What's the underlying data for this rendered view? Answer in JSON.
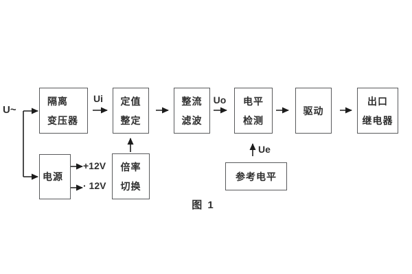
{
  "figure": {
    "caption": "图 1",
    "input_label": "U~",
    "colors": {
      "background": "#ffffff",
      "box_border": "#58595b",
      "wire": "#1c1c1c",
      "text": "#2f2f2f"
    },
    "blocks": [
      {
        "id": "isolation-transformer",
        "lines": [
          "隔离",
          "变压器"
        ]
      },
      {
        "id": "setting-adjust",
        "lines": [
          "定值",
          "整定"
        ]
      },
      {
        "id": "rectify-filter",
        "lines": [
          "整流",
          "滤波"
        ]
      },
      {
        "id": "level-detect",
        "lines": [
          "电平",
          "检测"
        ]
      },
      {
        "id": "drive",
        "lines": [
          "驱动"
        ]
      },
      {
        "id": "output-relay",
        "lines": [
          "出口",
          "继电器"
        ]
      },
      {
        "id": "power-supply",
        "lines": [
          "电源"
        ]
      },
      {
        "id": "ratio-switch",
        "lines": [
          "倍率",
          "切换"
        ]
      },
      {
        "id": "reference-level",
        "lines": [
          "参考电平"
        ]
      }
    ],
    "signals": {
      "ui": "Ui",
      "uo": "Uo",
      "ue": "Ue",
      "plus12": "+12V",
      "minus12": "· 12V"
    }
  }
}
